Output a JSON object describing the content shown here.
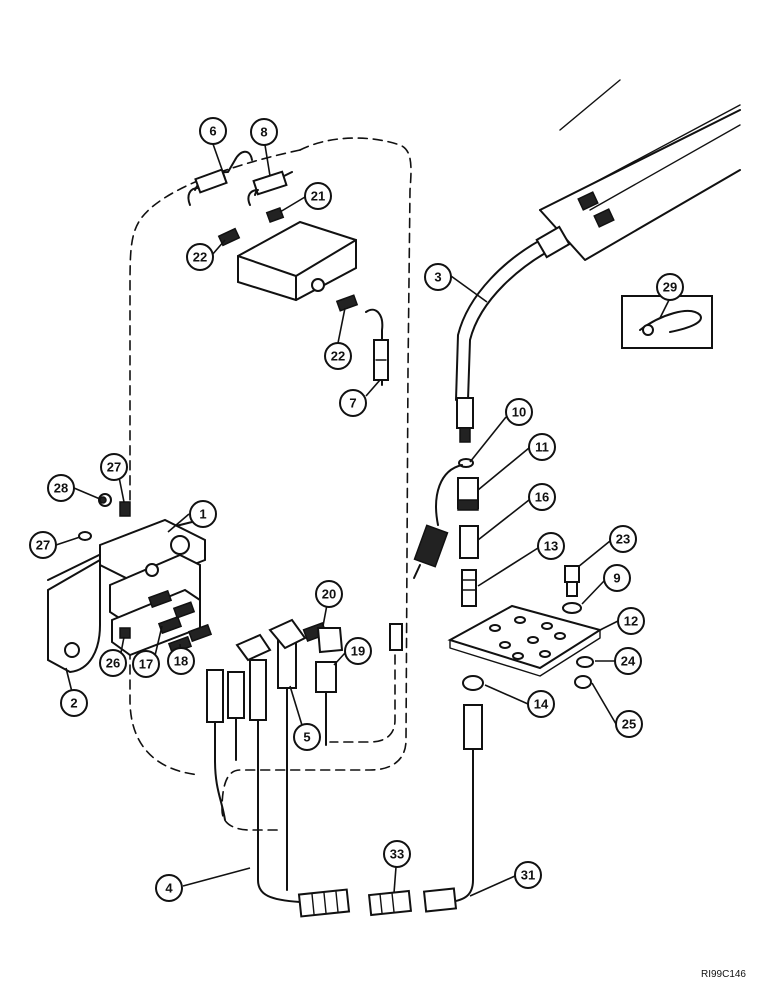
{
  "callouts": [
    {
      "label": "6"
    },
    {
      "label": "8"
    },
    {
      "label": "21"
    },
    {
      "label": "22"
    },
    {
      "label": "22"
    },
    {
      "label": "7"
    },
    {
      "label": "3"
    },
    {
      "label": "29"
    },
    {
      "label": "10"
    },
    {
      "label": "11"
    },
    {
      "label": "16"
    },
    {
      "label": "13"
    },
    {
      "label": "23"
    },
    {
      "label": "9"
    },
    {
      "label": "12"
    },
    {
      "label": "24"
    },
    {
      "label": "14"
    },
    {
      "label": "25"
    },
    {
      "label": "27"
    },
    {
      "label": "28"
    },
    {
      "label": "27"
    },
    {
      "label": "1"
    },
    {
      "label": "2"
    },
    {
      "label": "26"
    },
    {
      "label": "17"
    },
    {
      "label": "18"
    },
    {
      "label": "20"
    },
    {
      "label": "19"
    },
    {
      "label": "5"
    },
    {
      "label": "4"
    },
    {
      "label": "33"
    },
    {
      "label": "31"
    }
  ],
  "reference_code": "RI99C146"
}
